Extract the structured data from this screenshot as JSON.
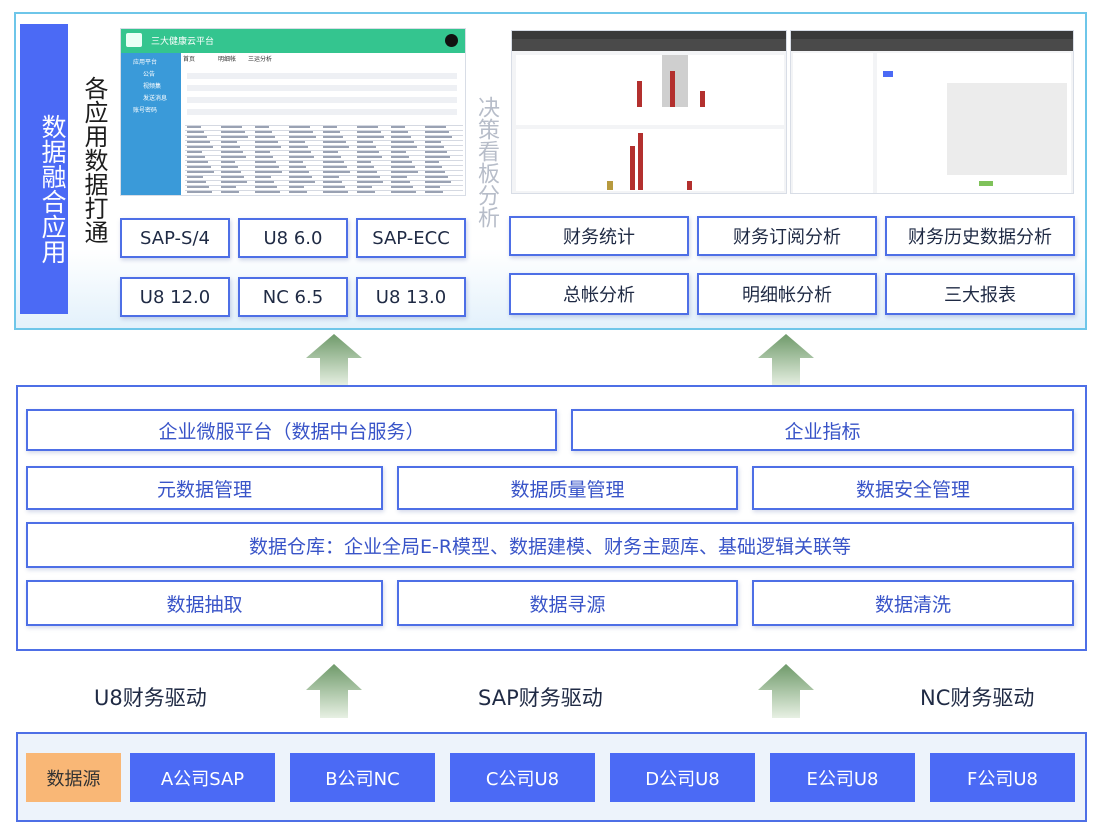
{
  "top": {
    "side_title": "数据融合应用",
    "apps_title": "各应用数据打通",
    "dashboard_title": "决策看板分析",
    "systems": [
      "SAP-S/4",
      "U8 6.0",
      "SAP-ECC",
      "U8 12.0",
      "NC 6.5",
      "U8 13.0"
    ],
    "analysis": [
      "财务统计",
      "财务订阅分析",
      "财务历史数据分析",
      "总帐分析",
      "明细帐分析",
      "三大报表"
    ],
    "screenshot": {
      "app_title": "三大健康云平台",
      "nav_items": [
        "应用平台",
        "公告",
        "视频集",
        "发送消息",
        "账号密码"
      ],
      "tabs": [
        "首页",
        "明细帐",
        "三运分析"
      ]
    }
  },
  "middle": {
    "row1": [
      "企业微服平台（数据中台服务）",
      "企业指标"
    ],
    "row2": [
      "元数据管理",
      "数据质量管理",
      "数据安全管理"
    ],
    "row3": "数据仓库：企业全局E-R模型、数据建模、财务主题库、基础逻辑关联等",
    "row4": [
      "数据抽取",
      "数据寻源",
      "数据清洗"
    ]
  },
  "drivers": [
    "U8财务驱动",
    "SAP财务驱动",
    "NC财务驱动"
  ],
  "bottom": {
    "label": "数据源",
    "sources": [
      "A公司SAP",
      "B公司NC",
      "C公司U8",
      "D公司U8",
      "E公司U8",
      "F公司U8"
    ]
  },
  "colors": {
    "accent": "#4b6af5",
    "border": "#4e6fe6",
    "arrow": "#7fa77a",
    "source_label": "#f9b776"
  }
}
